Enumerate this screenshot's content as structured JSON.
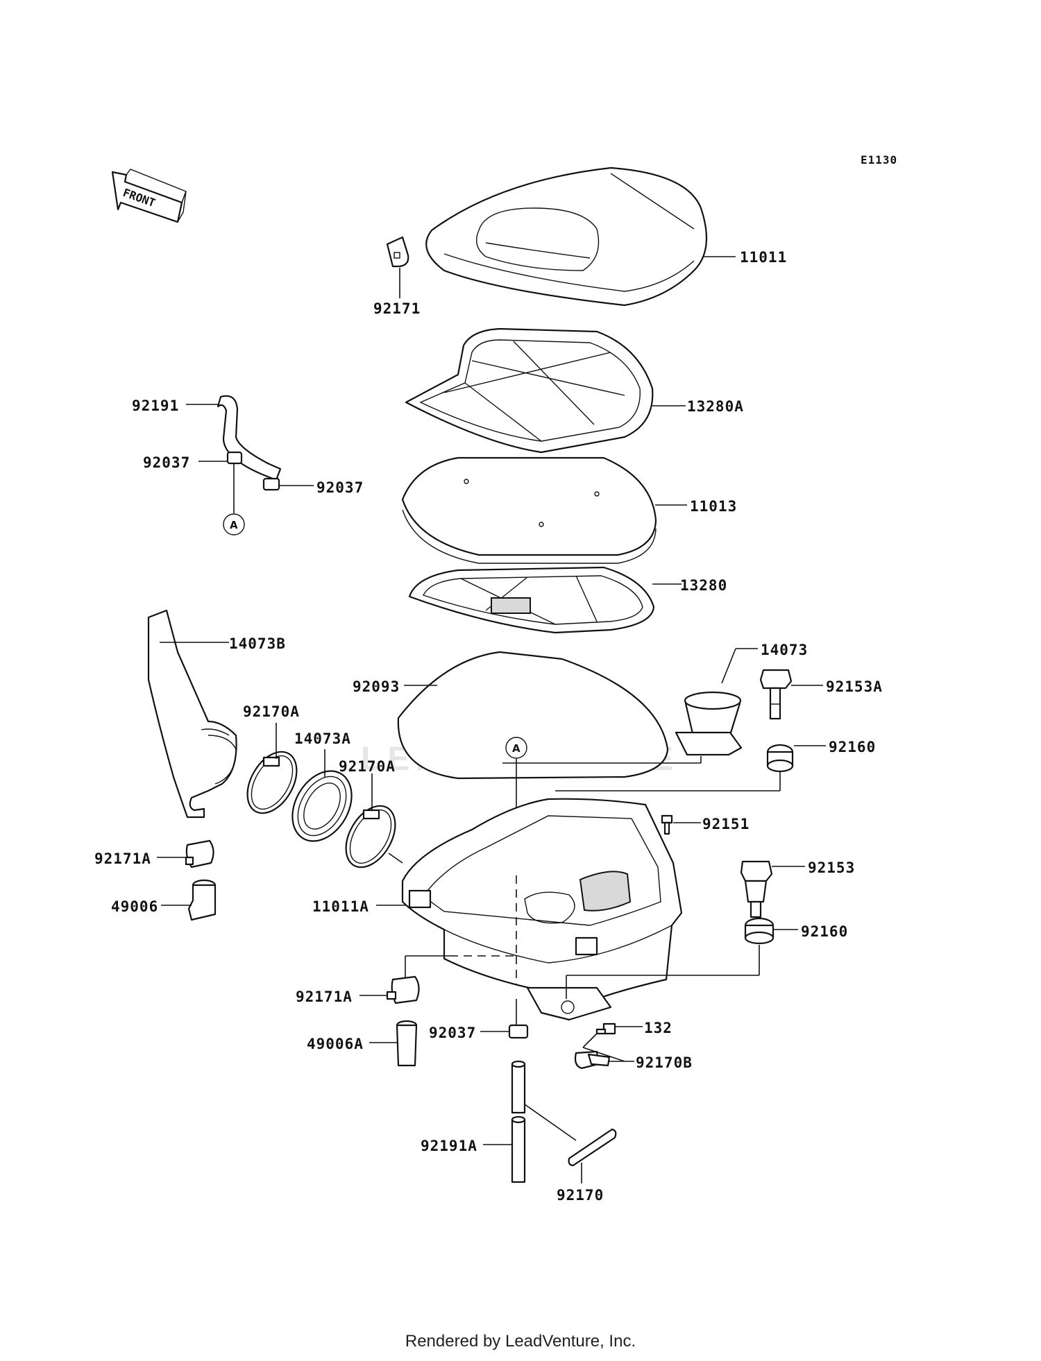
{
  "diagram_code": "E1130",
  "front_label": "FRONT",
  "ref_marker": "A",
  "watermark": "LEADVENTURE",
  "footer": "Rendered by LeadVenture, Inc.",
  "parts": {
    "p11011": "11011",
    "p92171": "92171",
    "p13280A": "13280A",
    "p92191": "92191",
    "p92037_left": "92037",
    "p92037_right": "92037",
    "p11013": "11013",
    "p13280": "13280",
    "p14073B": "14073B",
    "p14073": "14073",
    "p92093": "92093",
    "p92153A": "92153A",
    "p92170A_left": "92170A",
    "p14073A": "14073A",
    "p92160_top": "92160",
    "p92170A_right": "92170A",
    "p92151": "92151",
    "p92171A_left": "92171A",
    "p92153": "92153",
    "p49006": "49006",
    "p11011A": "11011A",
    "p92160_bottom": "92160",
    "p92171A_bottom": "92171A",
    "p92037_bottom": "92037",
    "p132": "132",
    "p49006A": "49006A",
    "p92170B": "92170B",
    "p92191A": "92191A",
    "p92170": "92170"
  }
}
